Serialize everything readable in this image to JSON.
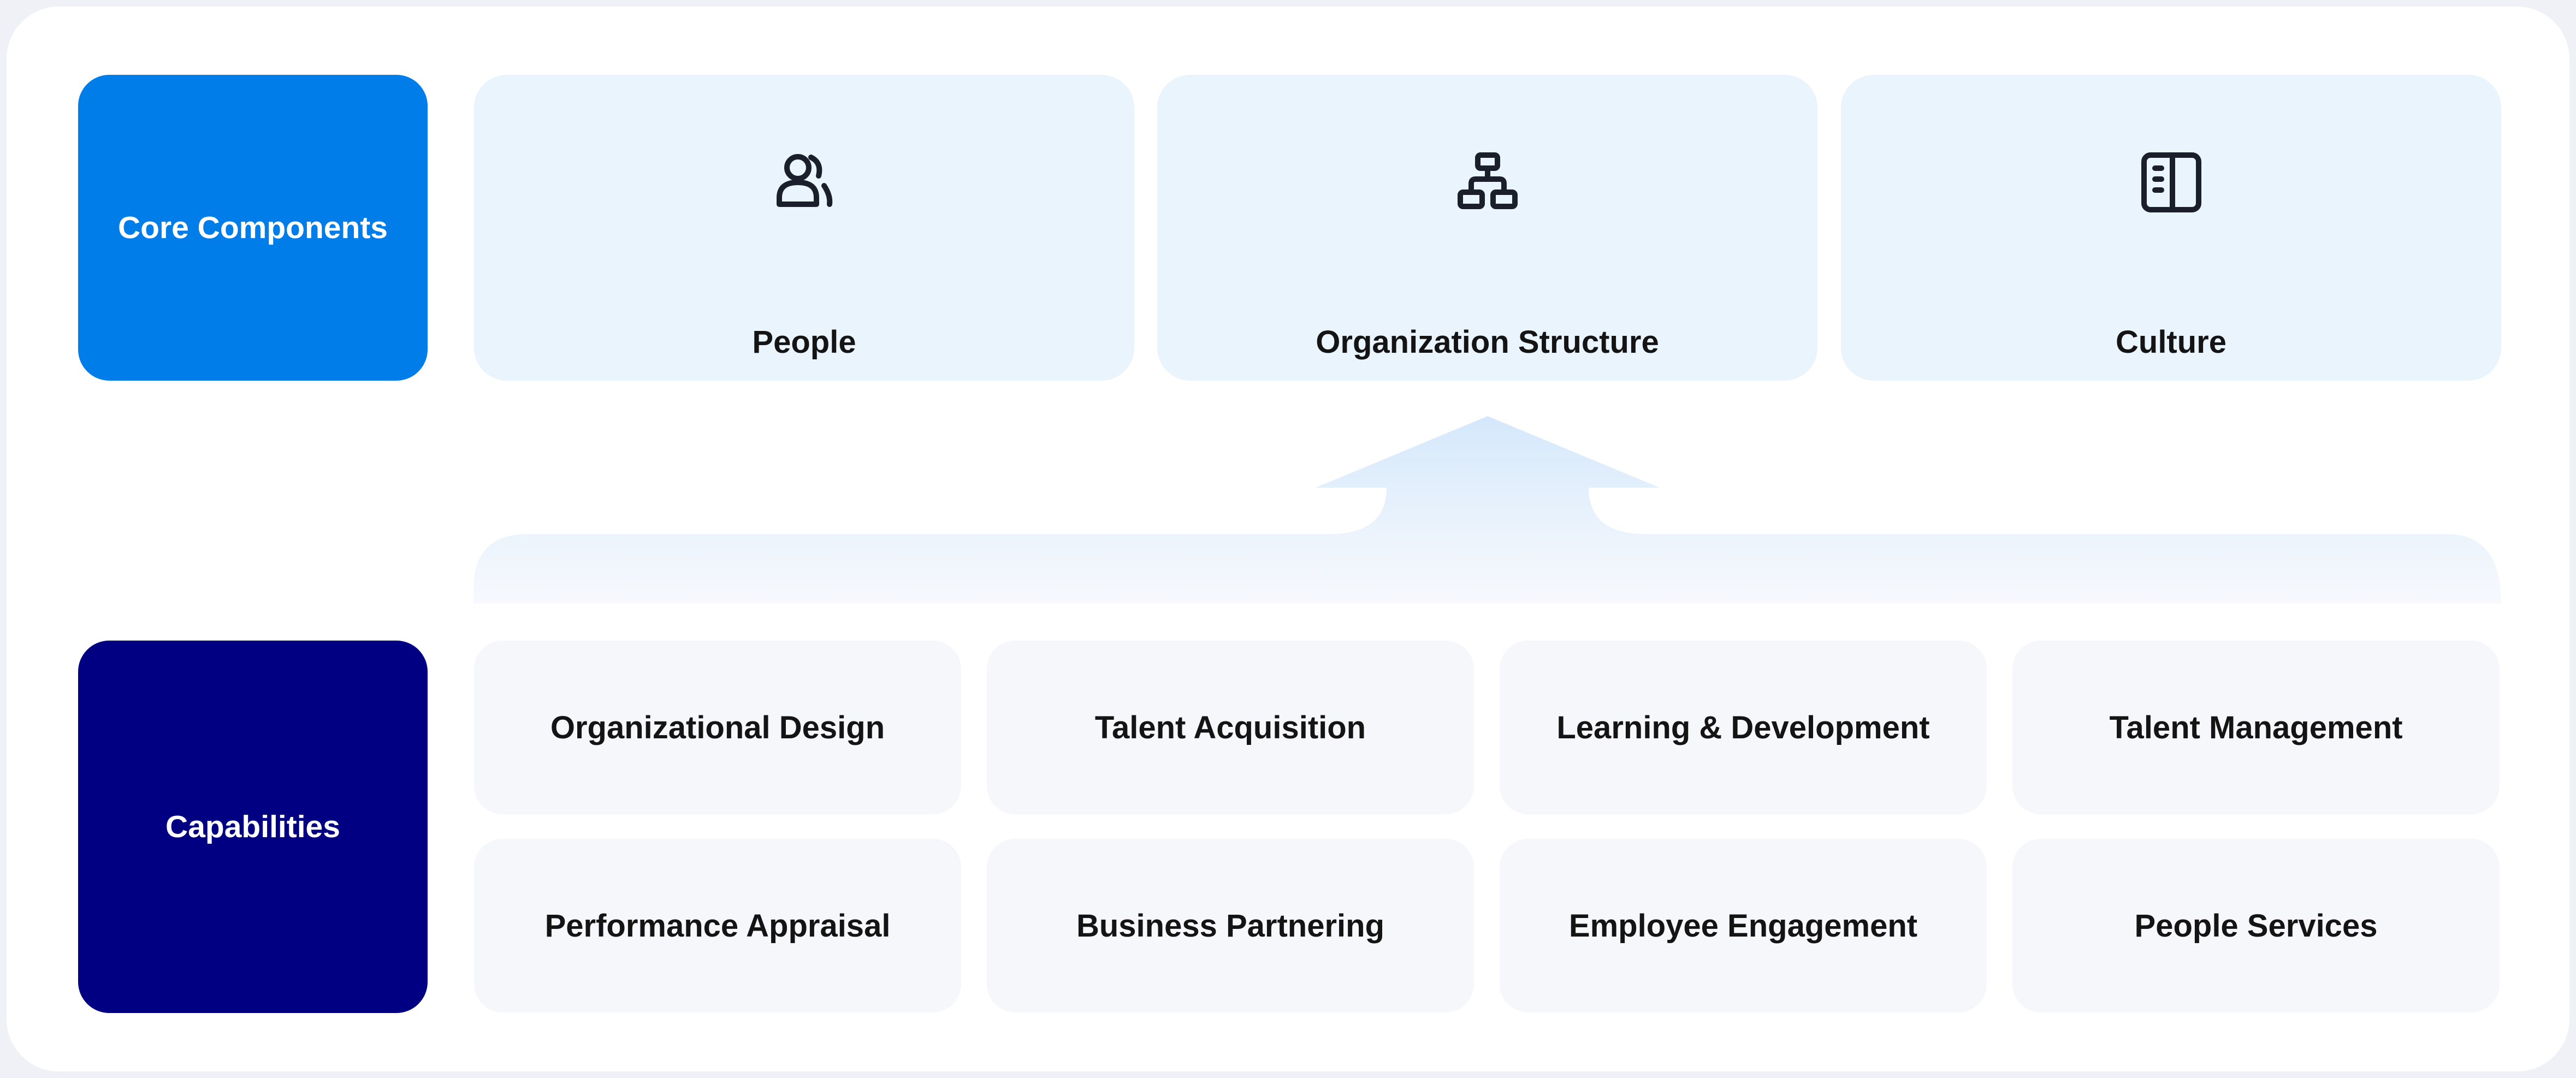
{
  "core": {
    "label": "Core Components",
    "color": "#017de9",
    "items": [
      {
        "label": "People",
        "icon": "people-icon"
      },
      {
        "label": "Organization Structure",
        "icon": "org-chart-icon"
      },
      {
        "label": "Culture",
        "icon": "book-icon"
      }
    ]
  },
  "capabilities": {
    "label": "Capabilities",
    "color": "#010083",
    "items": [
      {
        "label": "Organizational Design"
      },
      {
        "label": "Talent Acquisition"
      },
      {
        "label": "Learning & Development"
      },
      {
        "label": "Talent Management"
      },
      {
        "label": "Performance Appraisal"
      },
      {
        "label": "Business Partnering"
      },
      {
        "label": "Employee Engagement"
      },
      {
        "label": "People Services"
      }
    ]
  },
  "connector": {
    "icon": "up-arrow-icon"
  }
}
